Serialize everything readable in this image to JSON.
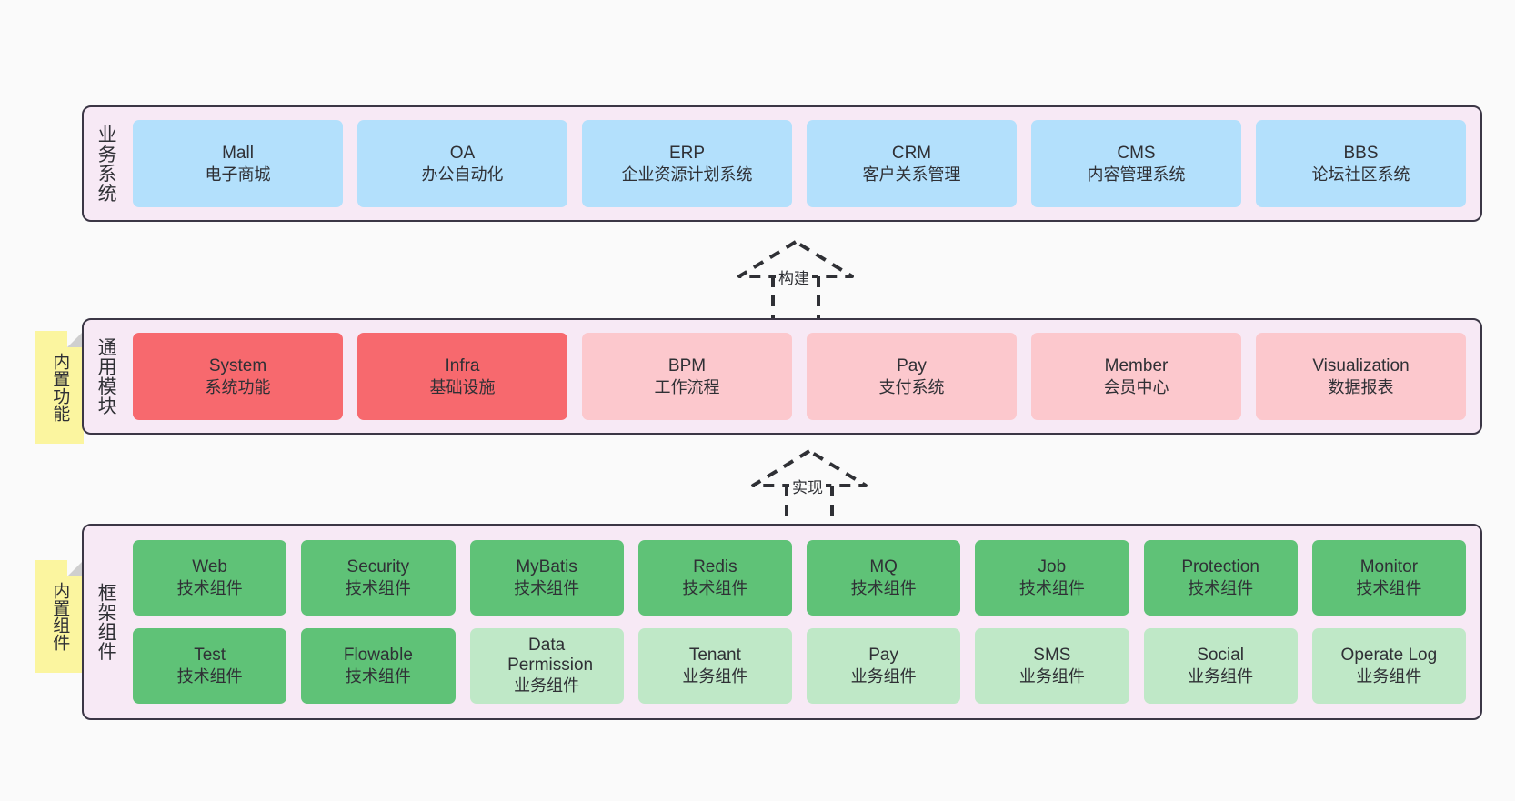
{
  "diagram": {
    "background_color": "#fafafa",
    "container_fill": "#f7e9f5",
    "container_border": "#3b3645",
    "note_color": "#fbf59f"
  },
  "layers": [
    {
      "id": "business-systems",
      "band_label": "业务系统",
      "note": null,
      "rows": [
        {
          "cells": [
            {
              "title": "Mall",
              "subtitle": "电子商城",
              "color": "#b3e0fc",
              "variant": "c-blue"
            },
            {
              "title": "OA",
              "subtitle": "办公自动化",
              "color": "#b3e0fc",
              "variant": "c-blue"
            },
            {
              "title": "ERP",
              "subtitle": "企业资源计划系统",
              "color": "#b3e0fc",
              "variant": "c-blue"
            },
            {
              "title": "CRM",
              "subtitle": "客户关系管理",
              "color": "#b3e0fc",
              "variant": "c-blue"
            },
            {
              "title": "CMS",
              "subtitle": "内容管理系统",
              "color": "#b3e0fc",
              "variant": "c-blue"
            },
            {
              "title": "BBS",
              "subtitle": "论坛社区系统",
              "color": "#b3e0fc",
              "variant": "c-blue"
            }
          ]
        }
      ]
    },
    {
      "id": "common-modules",
      "band_label": "通用模块",
      "note": "内置功能",
      "rows": [
        {
          "cells": [
            {
              "title": "System",
              "subtitle": "系统功能",
              "color": "#f7696e",
              "variant": "c-red"
            },
            {
              "title": "Infra",
              "subtitle": "基础设施",
              "color": "#f7696e",
              "variant": "c-red"
            },
            {
              "title": "BPM",
              "subtitle": "工作流程",
              "color": "#fcc8cd",
              "variant": "c-pink"
            },
            {
              "title": "Pay",
              "subtitle": "支付系统",
              "color": "#fcc8cd",
              "variant": "c-pink"
            },
            {
              "title": "Member",
              "subtitle": "会员中心",
              "color": "#fcc8cd",
              "variant": "c-pink"
            },
            {
              "title": "Visualization",
              "subtitle": "数据报表",
              "color": "#fcc8cd",
              "variant": "c-pink"
            }
          ]
        }
      ]
    },
    {
      "id": "framework-components",
      "band_label": "框架组件",
      "note": "内置组件",
      "rows": [
        {
          "cells": [
            {
              "title": "Web",
              "subtitle": "技术组件",
              "color": "#5fc277",
              "variant": "c-green"
            },
            {
              "title": "Security",
              "subtitle": "技术组件",
              "color": "#5fc277",
              "variant": "c-green"
            },
            {
              "title": "MyBatis",
              "subtitle": "技术组件",
              "color": "#5fc277",
              "variant": "c-green"
            },
            {
              "title": "Redis",
              "subtitle": "技术组件",
              "color": "#5fc277",
              "variant": "c-green"
            },
            {
              "title": "MQ",
              "subtitle": "技术组件",
              "color": "#5fc277",
              "variant": "c-green"
            },
            {
              "title": "Job",
              "subtitle": "技术组件",
              "color": "#5fc277",
              "variant": "c-green"
            },
            {
              "title": "Protection",
              "subtitle": "技术组件",
              "color": "#5fc277",
              "variant": "c-green"
            },
            {
              "title": "Monitor",
              "subtitle": "技术组件",
              "color": "#5fc277",
              "variant": "c-green"
            }
          ]
        },
        {
          "cells": [
            {
              "title": "Test",
              "subtitle": "技术组件",
              "color": "#5fc277",
              "variant": "c-green"
            },
            {
              "title": "Flowable",
              "subtitle": "技术组件",
              "color": "#5fc277",
              "variant": "c-green"
            },
            {
              "title": "Data Permission",
              "subtitle": "业务组件",
              "color": "#bfe8c7",
              "variant": "c-lightgreen"
            },
            {
              "title": "Tenant",
              "subtitle": "业务组件",
              "color": "#bfe8c7",
              "variant": "c-lightgreen"
            },
            {
              "title": "Pay",
              "subtitle": "业务组件",
              "color": "#bfe8c7",
              "variant": "c-lightgreen"
            },
            {
              "title": "SMS",
              "subtitle": "业务组件",
              "color": "#bfe8c7",
              "variant": "c-lightgreen"
            },
            {
              "title": "Social",
              "subtitle": "业务组件",
              "color": "#bfe8c7",
              "variant": "c-lightgreen"
            },
            {
              "title": "Operate Log",
              "subtitle": "业务组件",
              "color": "#bfe8c7",
              "variant": "c-lightgreen"
            }
          ]
        }
      ]
    }
  ],
  "connectors": [
    {
      "id": "build",
      "label": "构建"
    },
    {
      "id": "implement",
      "label": "实现"
    }
  ]
}
